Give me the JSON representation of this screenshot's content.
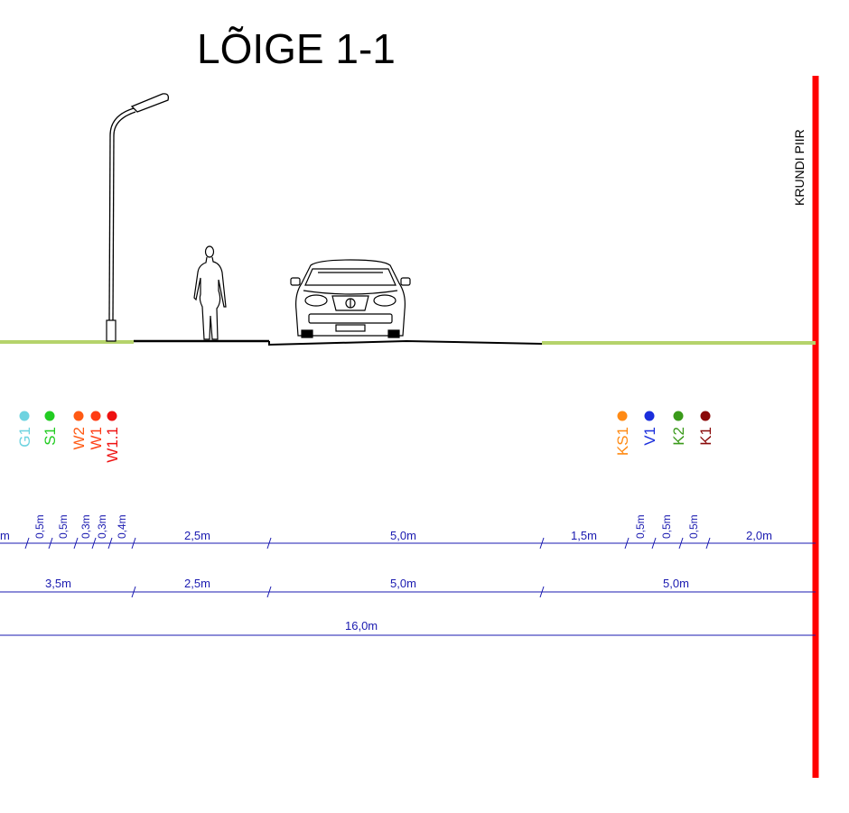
{
  "title": "LÕIGE 1-1",
  "boundary_label": "KRUNDI PIIR",
  "colors": {
    "boundary": "#ff0000",
    "green_area": "#b5d36b",
    "dimension": "#1a1ab0",
    "pavement": "#000000"
  },
  "utilities": [
    {
      "label": "G1",
      "color": "#6ed3e0"
    },
    {
      "label": "S1",
      "color": "#22cc22"
    },
    {
      "label": "W2",
      "color": "#ff5a14"
    },
    {
      "label": "W1",
      "color": "#ff3c14"
    },
    {
      "label": "W1.1",
      "color": "#ee1111"
    },
    {
      "label": "KS1",
      "color": "#ff8a14"
    },
    {
      "label": "V1",
      "color": "#1a2edc"
    },
    {
      "label": "K2",
      "color": "#3a9a1a"
    },
    {
      "label": "K1",
      "color": "#8a0a0a"
    }
  ],
  "dimensions": {
    "row1_small": [
      "0,5m",
      "0,5m",
      "0,3m",
      "0,3m",
      "0,4m"
    ],
    "row1_left_partial": "m",
    "row1_main": [
      "2,5m",
      "5,0m",
      "1,5m",
      "2,0m"
    ],
    "row1_right_small": [
      "0,5m",
      "0,5m",
      "0,5m"
    ],
    "row2": [
      "3,5m",
      "2,5m",
      "5,0m",
      "5,0m"
    ],
    "row3_total": "16,0m"
  }
}
